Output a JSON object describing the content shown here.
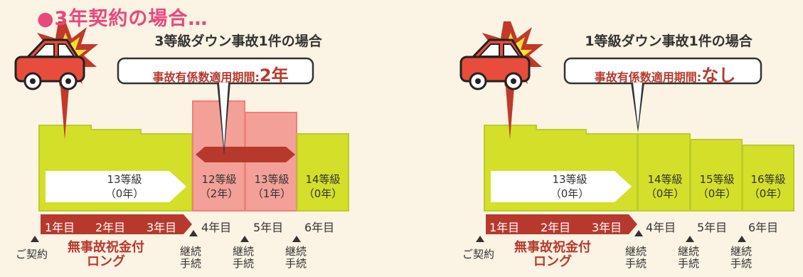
{
  "title": "●3年契約の場合…",
  "left": {
    "subtitle": "3等級ダウン事故1件の場合",
    "callout_label": "事故有係数適用期間:",
    "callout_value": "2年",
    "cells": [
      {
        "grade": "13等級",
        "years": "（0年）"
      },
      {
        "grade": "12等級",
        "years": "（2年）"
      },
      {
        "grade": "13等級",
        "years": "（1年）"
      },
      {
        "grade": "14等級",
        "years": "（0年）"
      }
    ],
    "years": [
      "1年目",
      "2年目",
      "3年目",
      "4年目",
      "5年目",
      "6年目"
    ],
    "contract": "ご契約",
    "plan_line1": "無事故祝金付",
    "plan_line2": "ロング",
    "renewal_line1": "継続",
    "renewal_line2": "手続"
  },
  "right": {
    "subtitle": "1等級ダウン事故1件の場合",
    "callout_label": "事故有係数適用期間:",
    "callout_value": "なし",
    "cells": [
      {
        "grade": "13等級",
        "years": "（0年）"
      },
      {
        "grade": "14等級",
        "years": "（0年）"
      },
      {
        "grade": "15等級",
        "years": "（0年）"
      },
      {
        "grade": "16等級",
        "years": "（0年）"
      }
    ],
    "years": [
      "1年目",
      "2年目",
      "3年目",
      "4年目",
      "5年目",
      "6年目"
    ],
    "contract": "ご契約",
    "plan_line1": "無事故祝金付",
    "plan_line2": "ロング",
    "renewal_line1": "継続",
    "renewal_line2": "手続"
  },
  "colors": {
    "title": "#e8487b",
    "green": "#d4df2a",
    "green_dark": "#bccc29",
    "pink": "#f3a098",
    "red": "#b7392d",
    "background": "#fbf3e3"
  },
  "icons": [
    "car-icon",
    "crash-burst-icon",
    "triangle-marker-icon"
  ]
}
